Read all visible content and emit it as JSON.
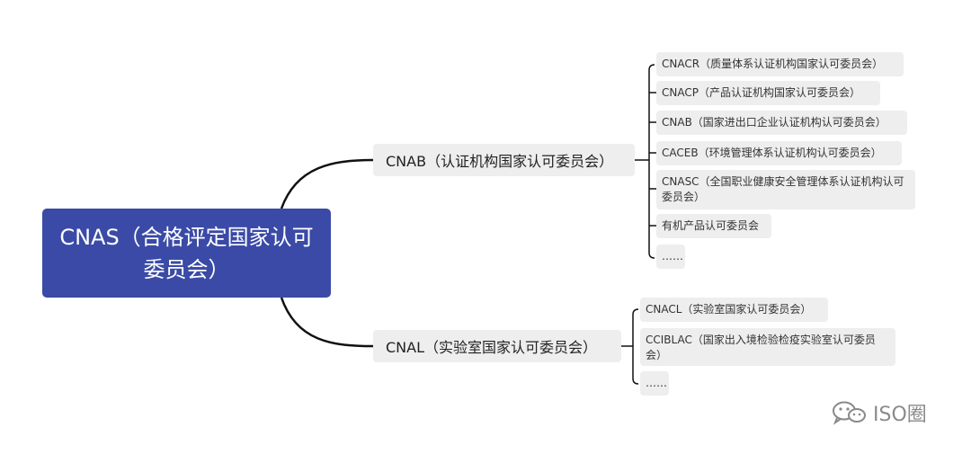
{
  "root": {
    "title": "CNAS（合格评定国家认可委员会）"
  },
  "branches": [
    {
      "label": "CNAB（认证机构国家认可委员会）",
      "children": [
        "CNACR（质量体系认证机构国家认可委员会）",
        "CNACP（产品认证机构国家认可委员会）",
        "CNAB（国家进出口企业认证机构认可委员会）",
        "CACEB（环境管理体系认证机构认可委员会）",
        "CNASC（全国职业健康安全管理体系认证机构认可委员会）",
        "有机产品认可委员会",
        "……"
      ]
    },
    {
      "label": "CNAL（实验室国家认可委员会）",
      "children": [
        "CNACL（实验室国家认可委员会）",
        "CCIBLAC（国家出入境检验检疫实验室认可委员会）",
        "……"
      ]
    }
  ],
  "watermark": {
    "text": "ISO圈",
    "icon": "wechat-icon"
  },
  "colors": {
    "root_bg": "#3a4aa6",
    "node_bg": "#eeeeee",
    "line": "#111111"
  }
}
